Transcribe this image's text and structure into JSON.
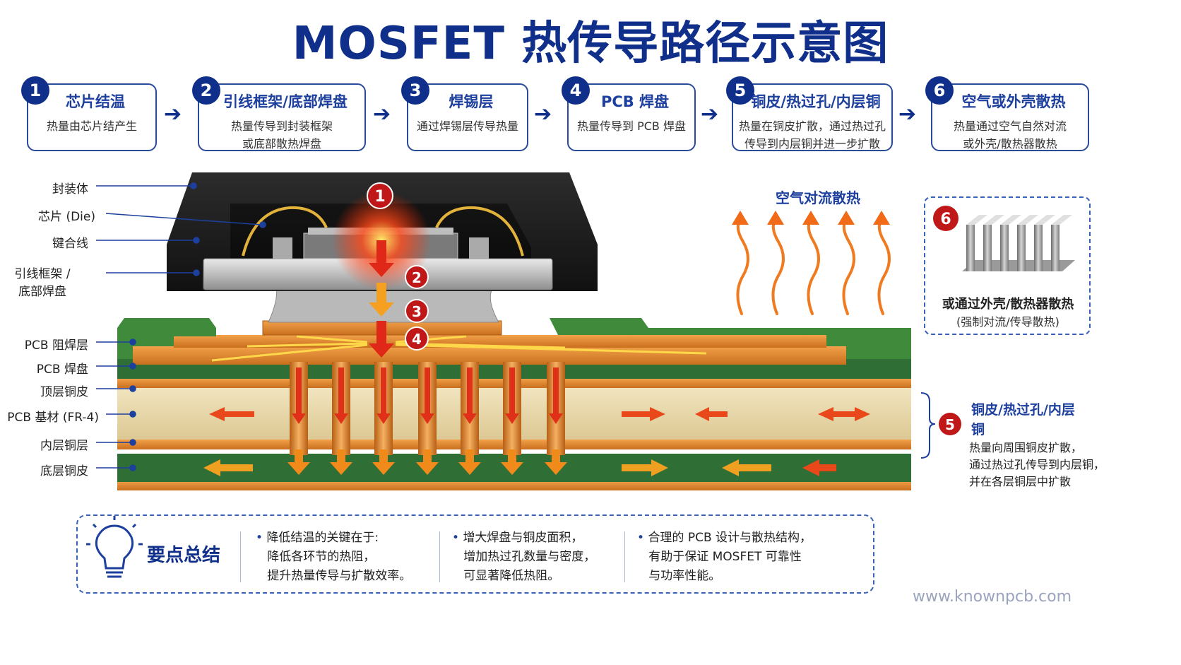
{
  "title": "MOSFET 热传导路径示意图",
  "steps": [
    {
      "num": "1",
      "title": "芯片结温",
      "desc": [
        "热量由芯片结产生"
      ]
    },
    {
      "num": "2",
      "title": "引线框架/底部焊盘",
      "desc": [
        "热量传导到封装框架",
        "或底部散热焊盘"
      ]
    },
    {
      "num": "3",
      "title": "焊锡层",
      "desc": [
        "通过焊锡层传导热量"
      ]
    },
    {
      "num": "4",
      "title": "PCB 焊盘",
      "desc": [
        "热量传导到 PCB 焊盘"
      ]
    },
    {
      "num": "5",
      "title": "铜皮/热过孔/内层铜",
      "desc": [
        "热量在铜皮扩散，通过热过孔",
        "传导到内层铜并进一步扩散"
      ]
    },
    {
      "num": "6",
      "title": "空气或外壳散热",
      "desc": [
        "热量通过空气自然对流",
        "或外壳/散热器散热"
      ]
    }
  ],
  "labels": {
    "package": "封装体",
    "die": "芯片 (Die)",
    "bondwire": "键合线",
    "leadframe": [
      "引线框架 /",
      "底部焊盘"
    ],
    "soldermask": "PCB 阻焊层",
    "pad": "PCB 焊盘",
    "topcopper": "顶层铜皮",
    "substrate": "PCB 基材 (FR-4)",
    "innercopper": "内层铜层",
    "bottomcopper": "底层铜皮"
  },
  "markers": [
    "1",
    "2",
    "3",
    "4"
  ],
  "air_title": "空气对流散热",
  "heatsink": {
    "num": "6",
    "line1": "或通过外壳/散热器散热",
    "line2": "(强制对流/传导散热)"
  },
  "right5": {
    "num": "5",
    "title": "铜皮/热过孔/内层铜",
    "desc": [
      "热量向周围铜皮扩散，",
      "通过热过孔传导到内层铜，",
      "并在各层铜层中扩散"
    ]
  },
  "summary": {
    "title": "要点总结",
    "cols": [
      [
        "降低结温的关键在于:",
        "降低各环节的热阻，",
        "提升热量传导与扩散效率。"
      ],
      [
        "增大焊盘与铜皮面积，",
        "增加热过孔数量与密度，",
        "可显著降低热阻。"
      ],
      [
        "合理的 PCB 设计与散热结构，",
        "有助于保证 MOSFET 可靠性",
        "与功率性能。"
      ]
    ]
  },
  "site": "www.knownpcb.com",
  "colors": {
    "navy": "#0f2f8a",
    "red": "#c01818",
    "copper": "#d9822b",
    "green": "#2f6e35",
    "fr4": "#eadbb0"
  }
}
